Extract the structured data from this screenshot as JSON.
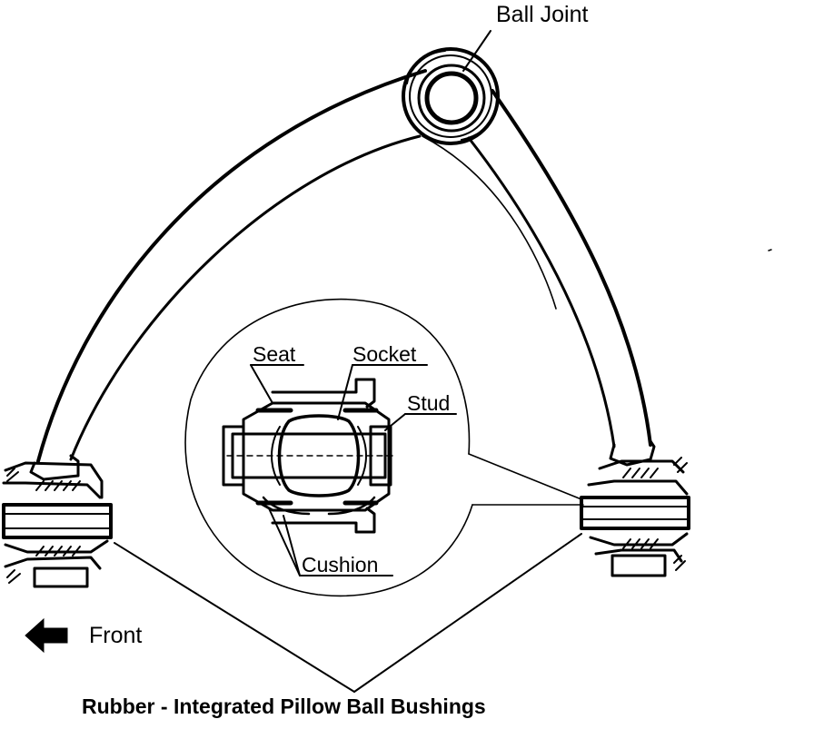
{
  "diagram": {
    "labels": {
      "ball_joint": "Ball Joint",
      "seat": "Seat",
      "socket": "Socket",
      "stud": "Stud",
      "cushion": "Cushion",
      "front": "Front",
      "caption": "Rubber - Integrated Pillow Ball Bushings"
    },
    "icons": {
      "front_arrow": "arrow-left-icon"
    },
    "colors": {
      "ink": "#000000",
      "paper": "#ffffff"
    }
  }
}
